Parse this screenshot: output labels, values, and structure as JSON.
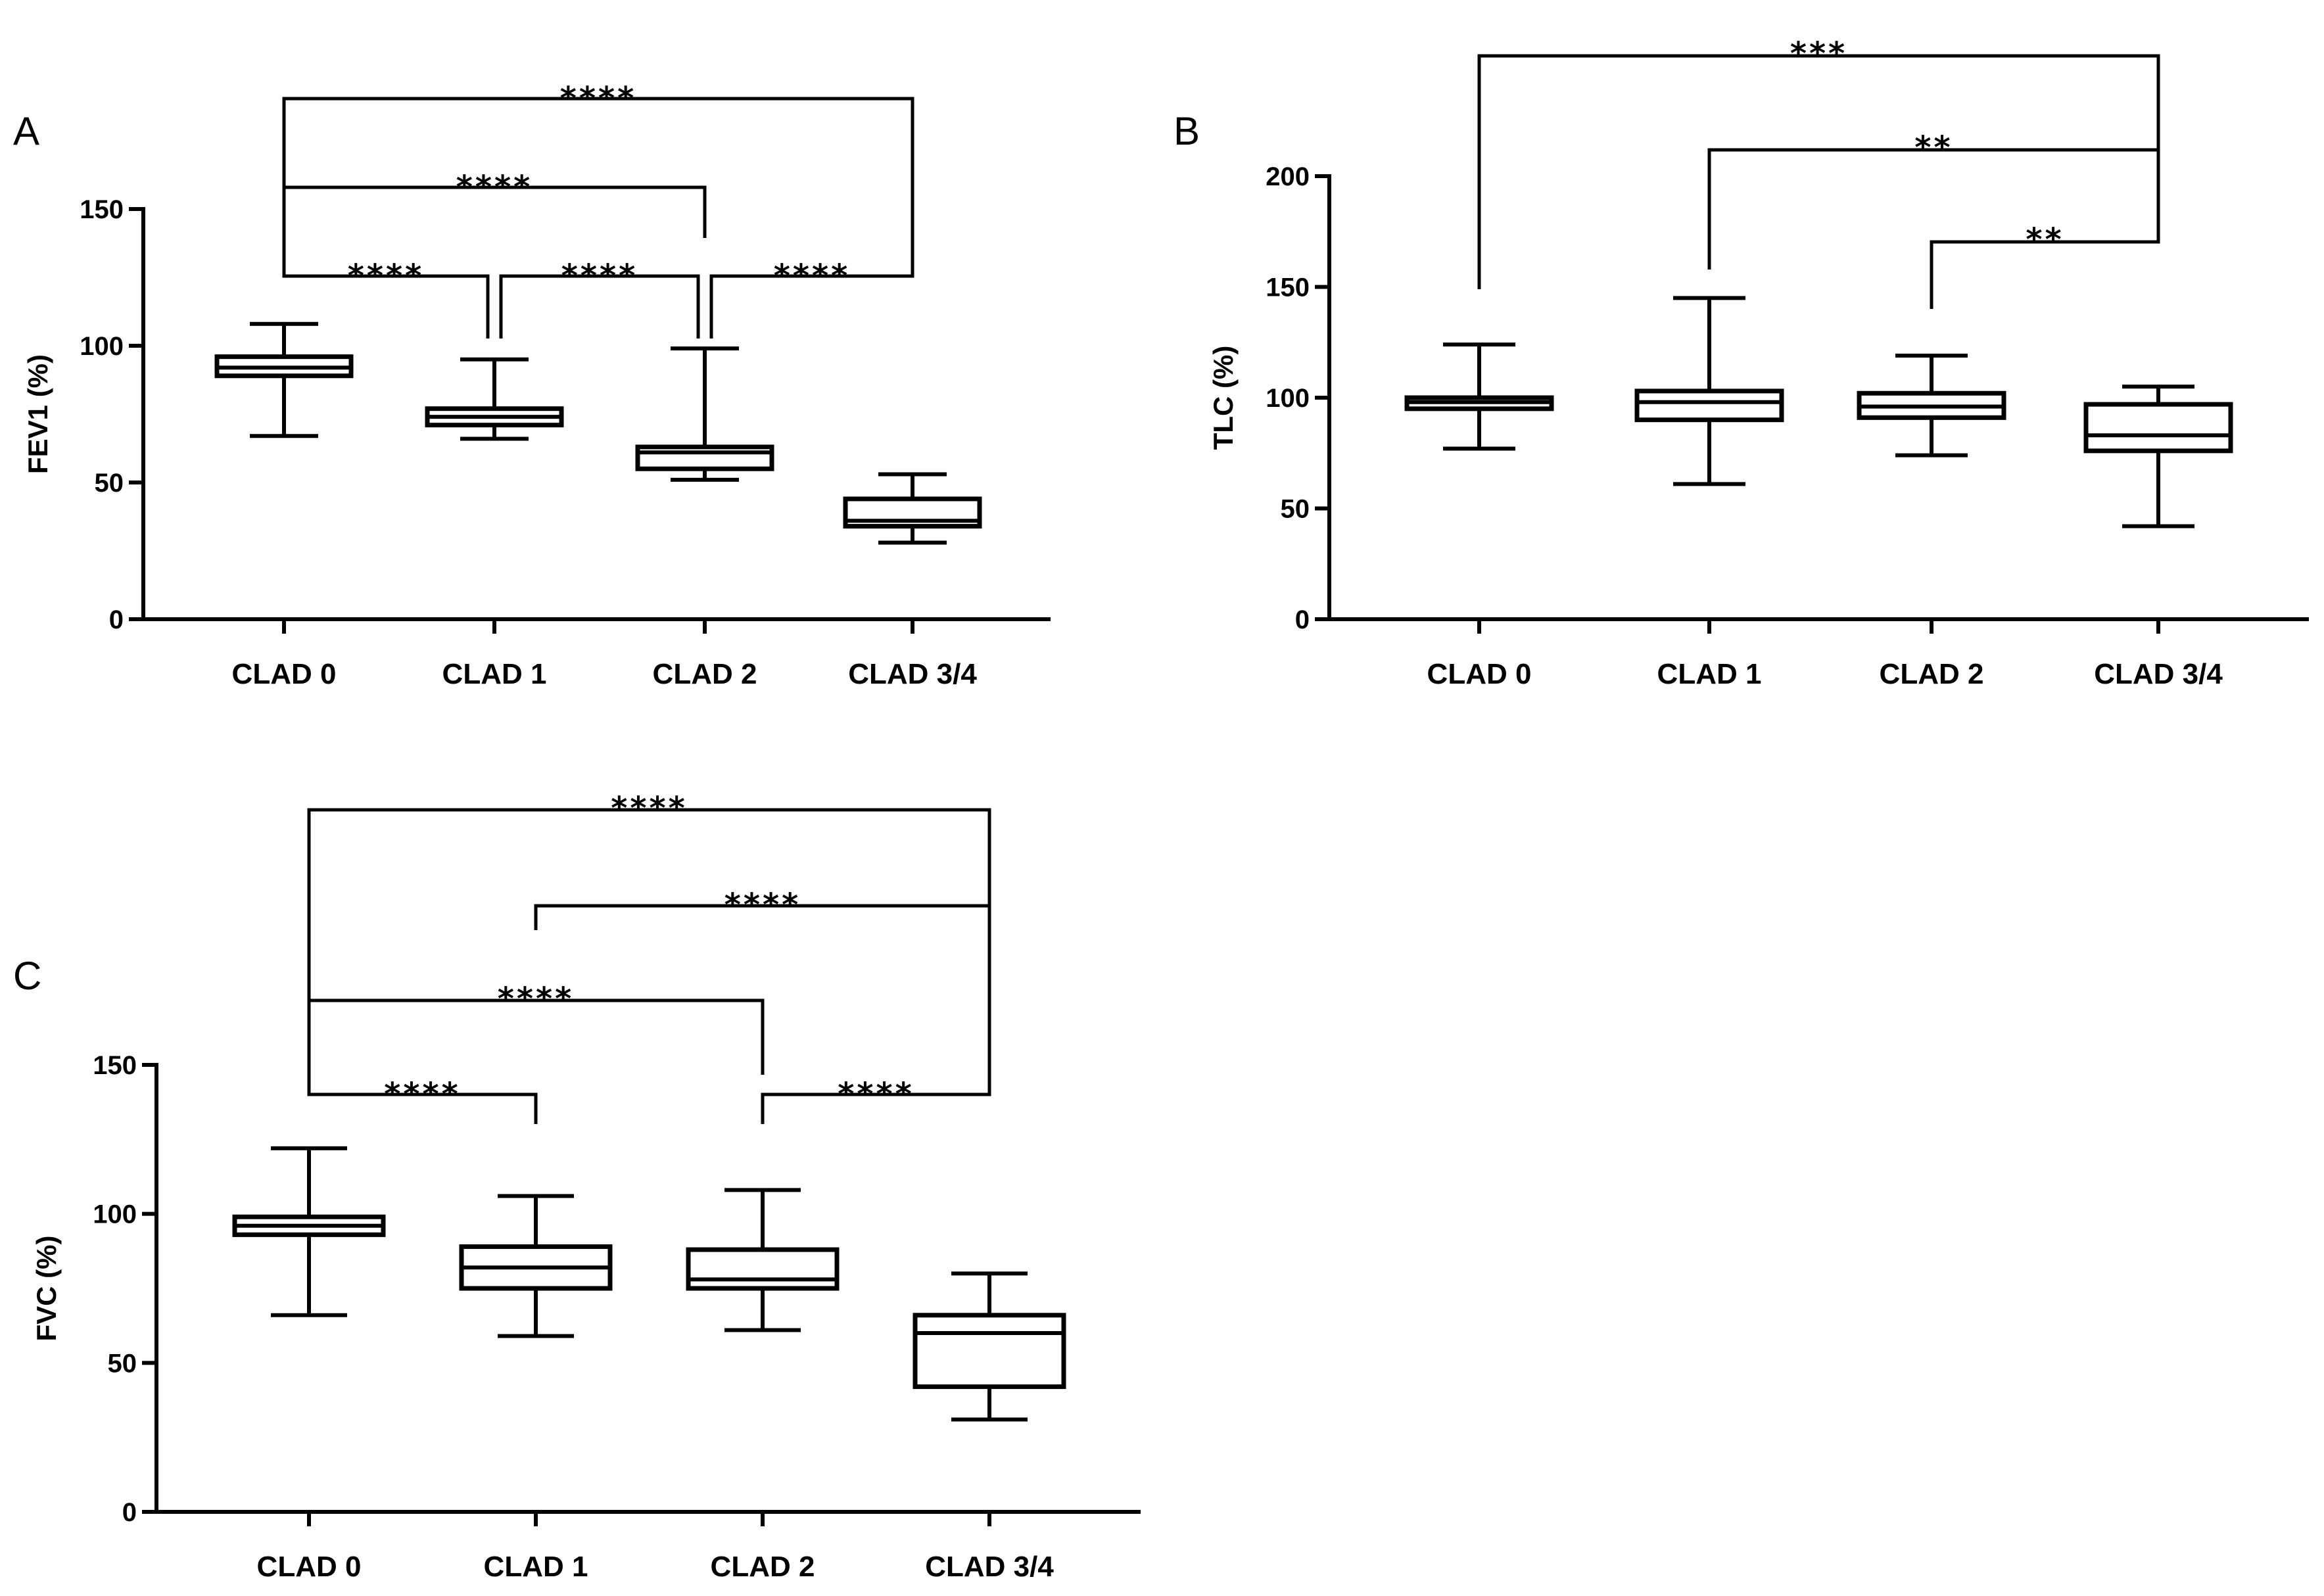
{
  "chart_data": [
    {
      "panel": "A",
      "type": "box",
      "ylabel": "FEV1 (%)",
      "ylim": [
        0,
        150
      ],
      "yticks": [
        "0",
        "50",
        "100",
        "150"
      ],
      "categories": [
        "CLAD 0",
        "CLAD 1",
        "CLAD 2",
        "CLAD 3/4"
      ],
      "boxes": [
        {
          "min": 67,
          "q1": 89,
          "median": 92,
          "q3": 96,
          "max": 108
        },
        {
          "min": 66,
          "q1": 71,
          "median": 74,
          "q3": 77,
          "max": 95
        },
        {
          "min": 51,
          "q1": 55,
          "median": 61,
          "q3": 63,
          "max": 99
        },
        {
          "min": 28,
          "q1": 34,
          "median": 36,
          "q3": 44,
          "max": 53
        }
      ],
      "significance": [
        {
          "from": 0,
          "to": 3,
          "label": "****"
        },
        {
          "from": 0,
          "to": 2,
          "label": "****"
        },
        {
          "from": 0,
          "to": 1,
          "label": "****"
        },
        {
          "from": 1,
          "to": 2,
          "label": "****"
        },
        {
          "from": 2,
          "to": 3,
          "label": "****"
        }
      ]
    },
    {
      "panel": "B",
      "type": "box",
      "ylabel": "TLC (%)",
      "ylim": [
        0,
        200
      ],
      "yticks": [
        "0",
        "50",
        "100",
        "150",
        "200"
      ],
      "categories": [
        "CLAD 0",
        "CLAD 1",
        "CLAD 2",
        "CLAD 3/4"
      ],
      "boxes": [
        {
          "min": 77,
          "q1": 95,
          "median": 98,
          "q3": 100,
          "max": 124
        },
        {
          "min": 61,
          "q1": 90,
          "median": 98,
          "q3": 103,
          "max": 145
        },
        {
          "min": 74,
          "q1": 91,
          "median": 96,
          "q3": 102,
          "max": 119
        },
        {
          "min": 42,
          "q1": 76,
          "median": 83,
          "q3": 97,
          "max": 105
        }
      ],
      "significance": [
        {
          "from": 0,
          "to": 3,
          "label": "***"
        },
        {
          "from": 1,
          "to": 3,
          "label": "**"
        },
        {
          "from": 2,
          "to": 3,
          "label": "**"
        }
      ]
    },
    {
      "panel": "C",
      "type": "box",
      "ylabel": "FVC (%)",
      "ylim": [
        0,
        150
      ],
      "yticks": [
        "0",
        "50",
        "100",
        "150"
      ],
      "categories": [
        "CLAD 0",
        "CLAD 1",
        "CLAD 2",
        "CLAD 3/4"
      ],
      "boxes": [
        {
          "min": 66,
          "q1": 93,
          "median": 96,
          "q3": 99,
          "max": 122
        },
        {
          "min": 59,
          "q1": 75,
          "median": 82,
          "q3": 89,
          "max": 106
        },
        {
          "min": 61,
          "q1": 75,
          "median": 78,
          "q3": 88,
          "max": 108
        },
        {
          "min": 31,
          "q1": 42,
          "median": 60,
          "q3": 66,
          "max": 80
        }
      ],
      "significance": [
        {
          "from": 0,
          "to": 3,
          "label": "****"
        },
        {
          "from": 1,
          "to": 3,
          "label": "****"
        },
        {
          "from": 0,
          "to": 2,
          "label": "****"
        },
        {
          "from": 0,
          "to": 1,
          "label": "****"
        },
        {
          "from": 2,
          "to": 3,
          "label": "****"
        }
      ]
    }
  ]
}
